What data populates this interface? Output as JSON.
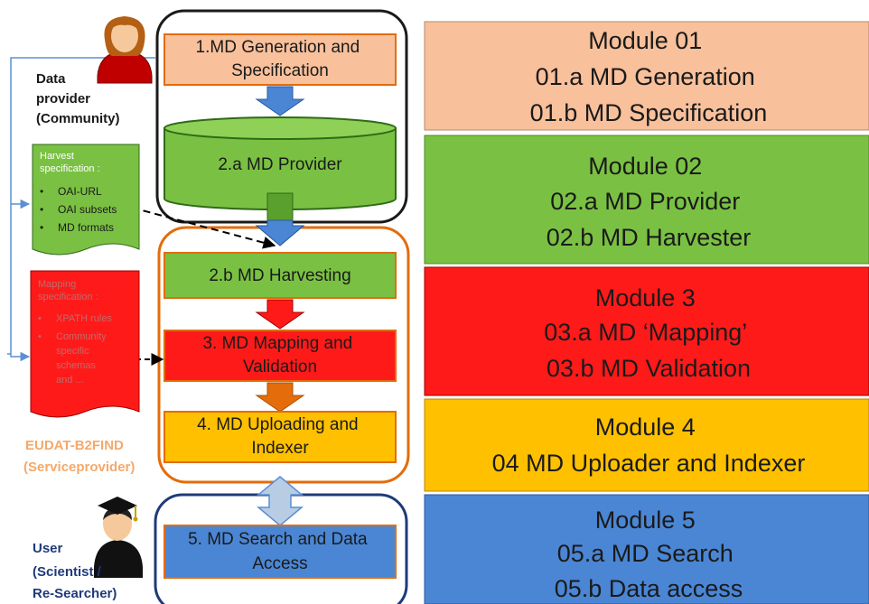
{
  "actors": {
    "provider": [
      "Data",
      "provider",
      "(Community)"
    ],
    "service": [
      "EUDAT-B2FIND",
      "(Serviceprovider)"
    ],
    "user": [
      "User",
      "(Scientist /",
      "Re-Searcher)"
    ]
  },
  "harvest_note": {
    "title": [
      "Harvest",
      "specification :"
    ],
    "items": [
      "OAI-URL",
      "OAI subsets",
      "MD formats"
    ]
  },
  "mapping_note": {
    "title": [
      "Mapping",
      "specification :"
    ],
    "items": [
      [
        "XPATH rules"
      ],
      [
        "Community",
        "specific",
        "schemas",
        "and ..."
      ]
    ]
  },
  "process": {
    "step_1": [
      "1.MD Generation and",
      "Specification"
    ],
    "step_2a": [
      "2.a MD Provider"
    ],
    "step_2b": [
      "2.b MD Harvesting"
    ],
    "step_3": [
      "3. MD Mapping and",
      "Validation"
    ],
    "step_4": [
      "4. MD Uploading and",
      "Indexer"
    ],
    "step_5": [
      "5. MD Search and Data",
      "Access"
    ]
  },
  "modules": [
    {
      "lines": [
        "Module 01",
        "01.a MD Generation",
        "01.b MD Specification"
      ],
      "color": "#f8c09b"
    },
    {
      "lines": [
        "Module 02",
        "02.a MD Provider",
        "02.b MD Harvester"
      ],
      "color": "#7ac143"
    },
    {
      "lines": [
        "Module 3",
        "03.a MD ‘Mapping’",
        "03.b MD Validation"
      ],
      "color": "#ff1a1a"
    },
    {
      "lines": [
        "Module 4",
        "04 MD Uploader and Indexer"
      ],
      "color": "#ffc000"
    },
    {
      "lines": [
        "Module 5",
        "05.a MD Search",
        "05.b Data access"
      ],
      "color": "#4a86d4"
    }
  ]
}
